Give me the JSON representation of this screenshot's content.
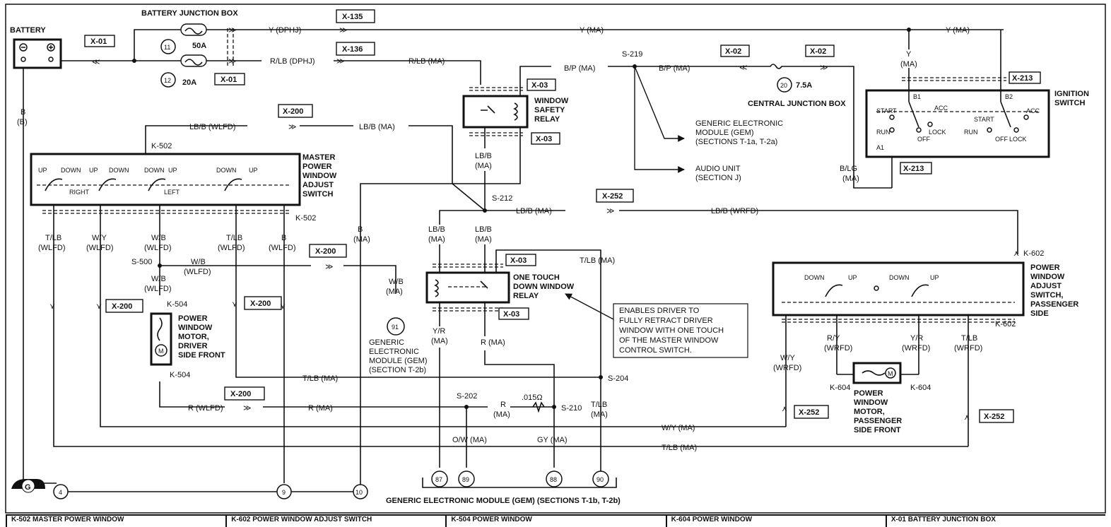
{
  "components": {
    "battery": "BATTERY",
    "battery_jb": "BATTERY JUNCTION BOX",
    "fuse_50a": "50A",
    "fuse_20a": "20A",
    "fuse_11": "11",
    "fuse_12": "12",
    "window_safety_relay": [
      "WINDOW",
      "SAFETY",
      "RELAY"
    ],
    "master_switch": [
      "MASTER",
      "POWER",
      "WINDOW",
      "ADJUST",
      "SWITCH"
    ],
    "one_touch_relay": [
      "ONE TOUCH",
      "DOWN WINDOW",
      "RELAY"
    ],
    "gem_top": [
      "GENERIC ELECTRONIC",
      "MODULE (GEM)",
      "(SECTIONS T-1a, T-2a)"
    ],
    "audio": [
      "AUDIO UNIT",
      "(SECTION J)"
    ],
    "central_jb": "CENTRAL JUNCTION BOX",
    "fuse_7_5": "7.5A",
    "fuse_20": "20",
    "ignition": [
      "IGNITION",
      "SWITCH"
    ],
    "pass_switch": [
      "POWER",
      "WINDOW",
      "ADJUST",
      "SWITCH,",
      "PASSENGER",
      "SIDE"
    ],
    "driver_motor": [
      "POWER",
      "WINDOW",
      "MOTOR,",
      "DRIVER",
      "SIDE FRONT"
    ],
    "pass_motor": [
      "POWER",
      "WINDOW",
      "MOTOR,",
      "PASSENGER",
      "SIDE FRONT"
    ],
    "gem_91": [
      "GENERIC",
      "ELECTRONIC",
      "MODULE (GEM)",
      "(SECTION T-2b)"
    ],
    "gem_bottom": "GENERIC ELECTRONIC MODULE (GEM) (SECTIONS T-1b, T-2b)",
    "annotation": [
      "ENABLES DRIVER TO",
      "FULLY RETRACT DRIVER",
      "WINDOW WITH ONE TOUCH",
      "OF THE MASTER WINDOW",
      "CONTROL SWITCH."
    ]
  },
  "wires": {
    "y_dphj": "Y (DPHJ)",
    "y_ma": "Y (MA)",
    "y_ma2": "Y (MA)",
    "rlb_dphj": "R/LB (DPHJ)",
    "rlb_ma": "R/LB (MA)",
    "bp_ma": "B/P (MA)",
    "bp_ma2": "B/P (MA)",
    "b_b": [
      "B",
      "(B)"
    ],
    "lbb_wlfd": "LB/B (WLFD)",
    "lbb_ma": "LB/B (MA)",
    "lbb_ma_v": [
      "LB/B",
      "(MA)"
    ],
    "lbb_ma3": "LB/B (MA)",
    "lbb_wrfd": "LB/B (WRFD)",
    "lbb_a": [
      "LB/B",
      "(MA)"
    ],
    "lbb_b": [
      "LB/B",
      "(MA)"
    ],
    "tlb_wlfd1": [
      "T/LB",
      "(WLFD)"
    ],
    "wy_wlfd": [
      "W/Y",
      "(WLFD)"
    ],
    "wb_wlfd1": [
      "W/B",
      "(WLFD)"
    ],
    "tlb_wlfd2": [
      "T/LB",
      "(WLFD)"
    ],
    "b_wlfd": [
      "B",
      "(WLFD)"
    ],
    "b_ma": [
      "B",
      "(MA)"
    ],
    "wb_wlfd2": [
      "W/B",
      "(WLFD)"
    ],
    "wb_wlfd3": [
      "W/B",
      "(WLFD)"
    ],
    "wb_ma": [
      "W/B",
      "(MA)"
    ],
    "tlb_ma_v": "T/LB (MA)",
    "yr_ma": [
      "Y/R",
      "(MA)"
    ],
    "r_ma_v": "R (MA)",
    "tlb_ma_h": "T/LB (MA)",
    "r_wlfd": "R (WLFD)",
    "r_ma_h": "R (MA)",
    "r_ma_2": [
      "R",
      "(MA)"
    ],
    "res": ".015Ω",
    "tlb_ma_3": [
      "T/LB",
      "(MA)"
    ],
    "ow_ma": "O/W (MA)",
    "gy_ma": "GY (MA)",
    "wy_ma": "W/Y (MA)",
    "tlb_ma_4": "T/LB (MA)",
    "blg_ma": [
      "B/LG",
      "(MA)"
    ],
    "y_ma_v": [
      "Y",
      "(MA)"
    ],
    "wy_wrfd": [
      "W/Y",
      "(WRFD)"
    ],
    "ry_wrfd": [
      "R/Y",
      "(WRFD)"
    ],
    "yr_wrfd": [
      "Y/R",
      "(WRFD)"
    ],
    "tlb_wrfd": [
      "T/LB",
      "(WRFD)"
    ]
  },
  "connectors": {
    "x01a": "X-01",
    "x01b": "X-01",
    "x135": "X-135",
    "x136": "X-136",
    "x03a": "X-03",
    "x03b": "X-03",
    "x03c": "X-03",
    "x03d": "X-03",
    "x02a": "X-02",
    "x02b": "X-02",
    "x213a": "X-213",
    "x213b": "X-213",
    "x200a": "X-200",
    "x200b": "X-200",
    "x200c": "X-200",
    "x200d": "X-200",
    "x200e": "X-200",
    "x252a": "X-252",
    "x252b": "X-252",
    "x252c": "X-252"
  },
  "splices": {
    "s219": "S-219",
    "s212": "S-212",
    "s500": "S-500",
    "s204": "S-204",
    "s202": "S-202",
    "s210": "S-210"
  },
  "terminals": {
    "k502a": "K-502",
    "k502b": "K-502",
    "k504a": "K-504",
    "k504b": "K-504",
    "k602a": "K-602",
    "k602b": "K-602",
    "k604a": "K-604",
    "k604b": "K-604",
    "a1": "A1",
    "b1": "B1",
    "b2": "B2"
  },
  "switch_labels": {
    "up": "UP",
    "down": "DOWN",
    "right": "RIGHT",
    "left": "LEFT",
    "start": "START",
    "acc": "ACC",
    "run": "RUN",
    "off": "OFF",
    "lock": "LOCK"
  },
  "gem_pins": [
    "87",
    "89",
    "88",
    "90",
    "91"
  ],
  "grounds": {
    "g": "G",
    "p4": "4",
    "p9": "9",
    "p10": "10"
  },
  "legend": [
    "K-502   MASTER POWER WINDOW",
    "K-602   POWER WINDOW ADJUST SWITCH",
    "K-504   POWER WINDOW",
    "K-604   POWER WINDOW",
    "X-01   BATTERY JUNCTION BOX"
  ]
}
